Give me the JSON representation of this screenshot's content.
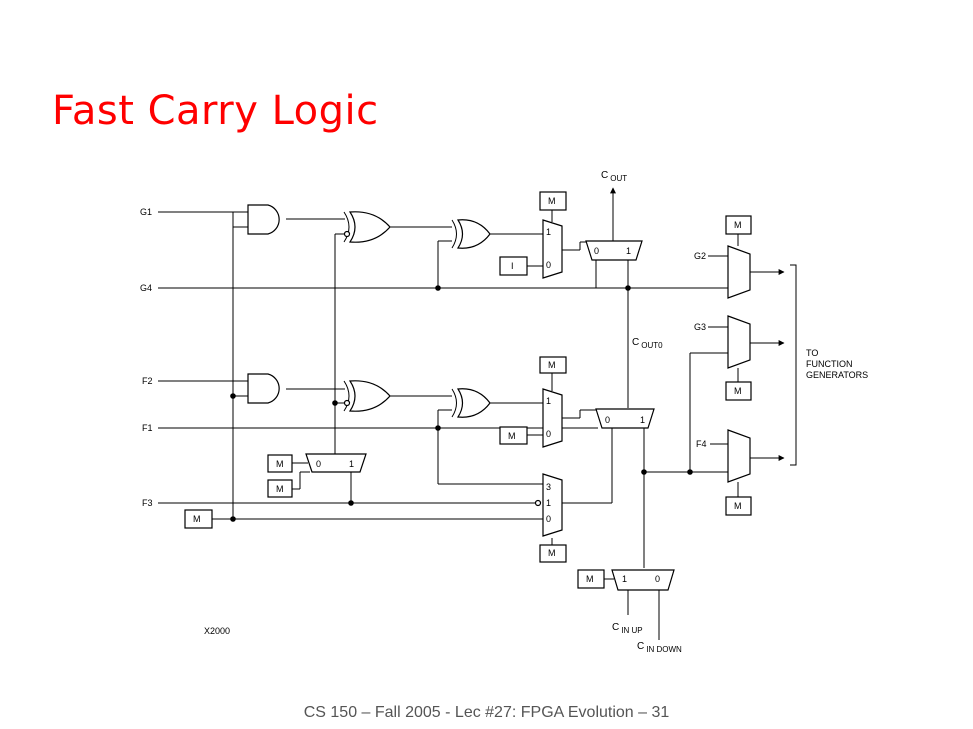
{
  "slide": {
    "title": "Fast Carry Logic",
    "footer": "CS 150 – Fall 2005 - Lec #27: FPGA Evolution – 31"
  },
  "diagram": {
    "inputs": {
      "g1": "G1",
      "g4": "G4",
      "f2": "F2",
      "f1": "F1",
      "f3": "F3"
    },
    "cout": {
      "main": "C",
      "sub": "OUT"
    },
    "cout0": {
      "main": "C",
      "sub": "OUT0"
    },
    "cin_up": {
      "main": "C",
      "sub": "IN UP"
    },
    "cin_down": {
      "main": "C",
      "sub": "IN DOWN"
    },
    "g2": "G2",
    "g3": "G3",
    "f4": "F4",
    "function_generators": [
      "TO",
      "FUNCTION",
      "GENERATORS"
    ],
    "memory_label": "M",
    "inverter_label": "I",
    "sel_0": "0",
    "sel_1": "1",
    "sel_3": "3",
    "figure_id": "X2000"
  }
}
